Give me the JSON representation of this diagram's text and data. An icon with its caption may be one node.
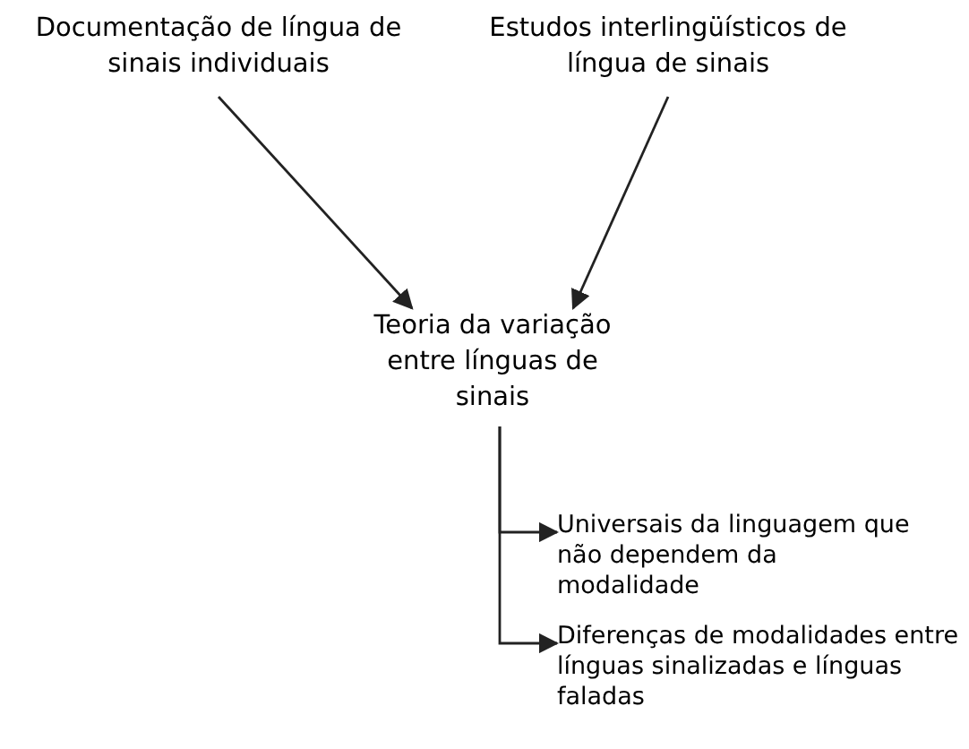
{
  "diagram": {
    "nodes": [
      {
        "text": [
          "Documentação de língua de sinais individuais"
        ]
      },
      {
        "text": [
          "Estudos interlingüísticos de língua de sinais"
        ]
      },
      {
        "text": [
          "Teoria da variação entre línguas de sinais"
        ]
      },
      {
        "text": [
          "Universais da linguagem que não dependem da modalidade"
        ]
      },
      {
        "text": [
          "Diferenças de modalidades entre línguas sinalizadas e línguas faladas"
        ]
      }
    ],
    "edges": [
      {
        "from": 0,
        "to": 2,
        "arrow": "to"
      },
      {
        "from": 1,
        "to": 2,
        "arrow": "to"
      },
      {
        "from": 2,
        "to": 3,
        "arrow": "to"
      },
      {
        "from": 2,
        "to": 4,
        "arrow": "to"
      }
    ]
  }
}
